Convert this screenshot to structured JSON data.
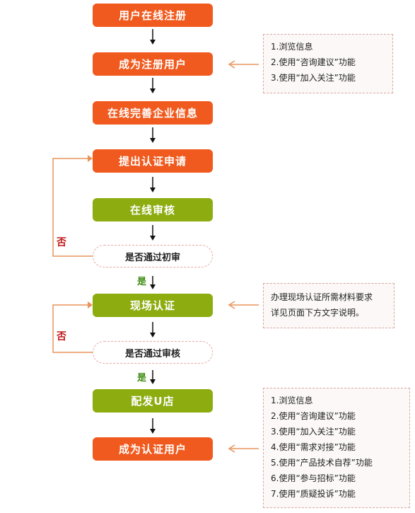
{
  "steps": {
    "register_online": "用户在线注册",
    "become_registered": "成为注册用户",
    "complete_company_info": "在线完善企业信息",
    "submit_certification": "提出认证申请",
    "online_review": "在线审核",
    "first_review_passed": "是否通过初审",
    "onsite_certification": "现场认证",
    "review_passed": "是否通过审核",
    "assign_ushop": "配发U店",
    "become_certified": "成为认证用户"
  },
  "labels": {
    "yes": "是",
    "no": "否"
  },
  "notes": {
    "registered_user_features": [
      "1.浏览信息",
      "2.使用“咨询建议”功能",
      "3.使用“加入关注”功能"
    ],
    "onsite_materials": [
      "办理现场认证所需材料要求",
      "详见页面下方文字说明。"
    ],
    "certified_user_features": [
      "1.浏览信息",
      "2.使用“咨询建议”功能",
      "3.使用“加入关注”功能",
      "4.使用“需求对接”功能",
      "5.使用“产品技术自荐”功能",
      "6.使用“参与招标”功能",
      "7.使用“质疑投诉”功能"
    ]
  },
  "colors": {
    "process_step": "#f05a1e",
    "review_step": "#8cac10",
    "connector": "#e8935a",
    "yes": "#3a8a10",
    "no": "#c01818"
  }
}
